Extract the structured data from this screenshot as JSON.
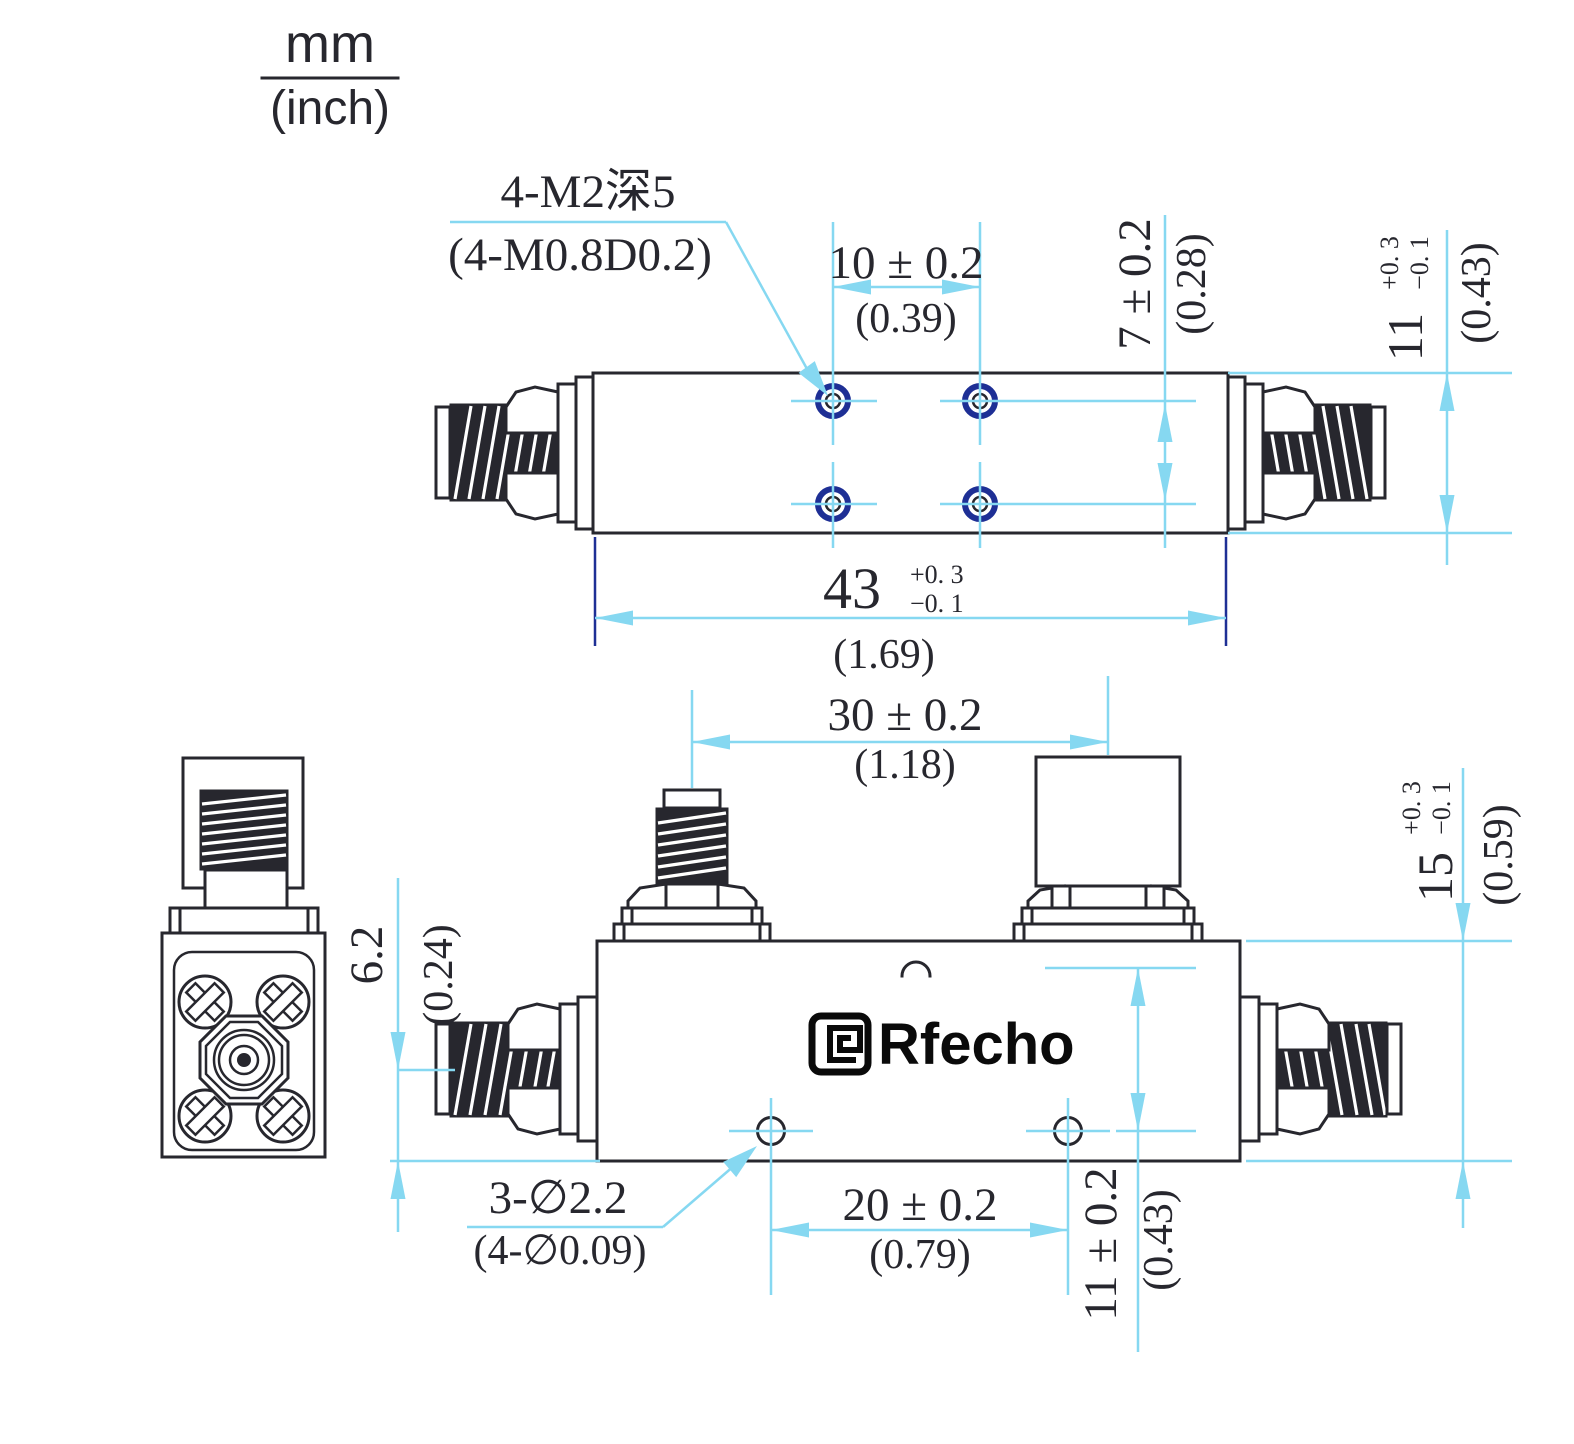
{
  "units": {
    "primary": "mm",
    "secondary": "(inch)"
  },
  "logo": {
    "brand": "Rfecho"
  },
  "callouts": {
    "tapped_holes": {
      "metric": "4-M2深5",
      "inch": "(4-M0.8D0.2)"
    },
    "through_holes": {
      "metric": "3-∅2.2",
      "inch": "(4-∅0.09)"
    }
  },
  "dimensions": {
    "hole_col_spacing": {
      "metric": "10 ± 0.2",
      "inch": "(0.39)"
    },
    "hole_row_spacing": {
      "metric": "7 ± 0.2",
      "inch": "(0.28)"
    },
    "body_width": {
      "value": "11",
      "tol_plus": "+0. 3",
      "tol_minus": "−0. 1",
      "inch": "(0.43)"
    },
    "body_length": {
      "value": "43",
      "tol_plus": "+0. 3",
      "tol_minus": "−0. 1",
      "inch": "(1.69)"
    },
    "port_spacing": {
      "metric": "30 ± 0.2",
      "inch": "(1.18)"
    },
    "body_height": {
      "value": "15",
      "tol_plus": "+0. 3",
      "tol_minus": "−0. 1",
      "inch": "(0.59)"
    },
    "port_axis_offset": {
      "metric": "6.2",
      "inch": "(0.24)"
    },
    "mount_hole_spacing": {
      "metric": "20 ± 0.2",
      "inch": "(0.79)"
    },
    "mount_hole_offset": {
      "metric": "11 ± 0.2",
      "inch": "(0.43)"
    }
  },
  "colors": {
    "dimension_cyan": "#86d8f1",
    "extension_navy": "#1e2f95",
    "drawing_line": "#27272e",
    "background": "#ffffff",
    "logo_black": "#0a0a0a"
  }
}
